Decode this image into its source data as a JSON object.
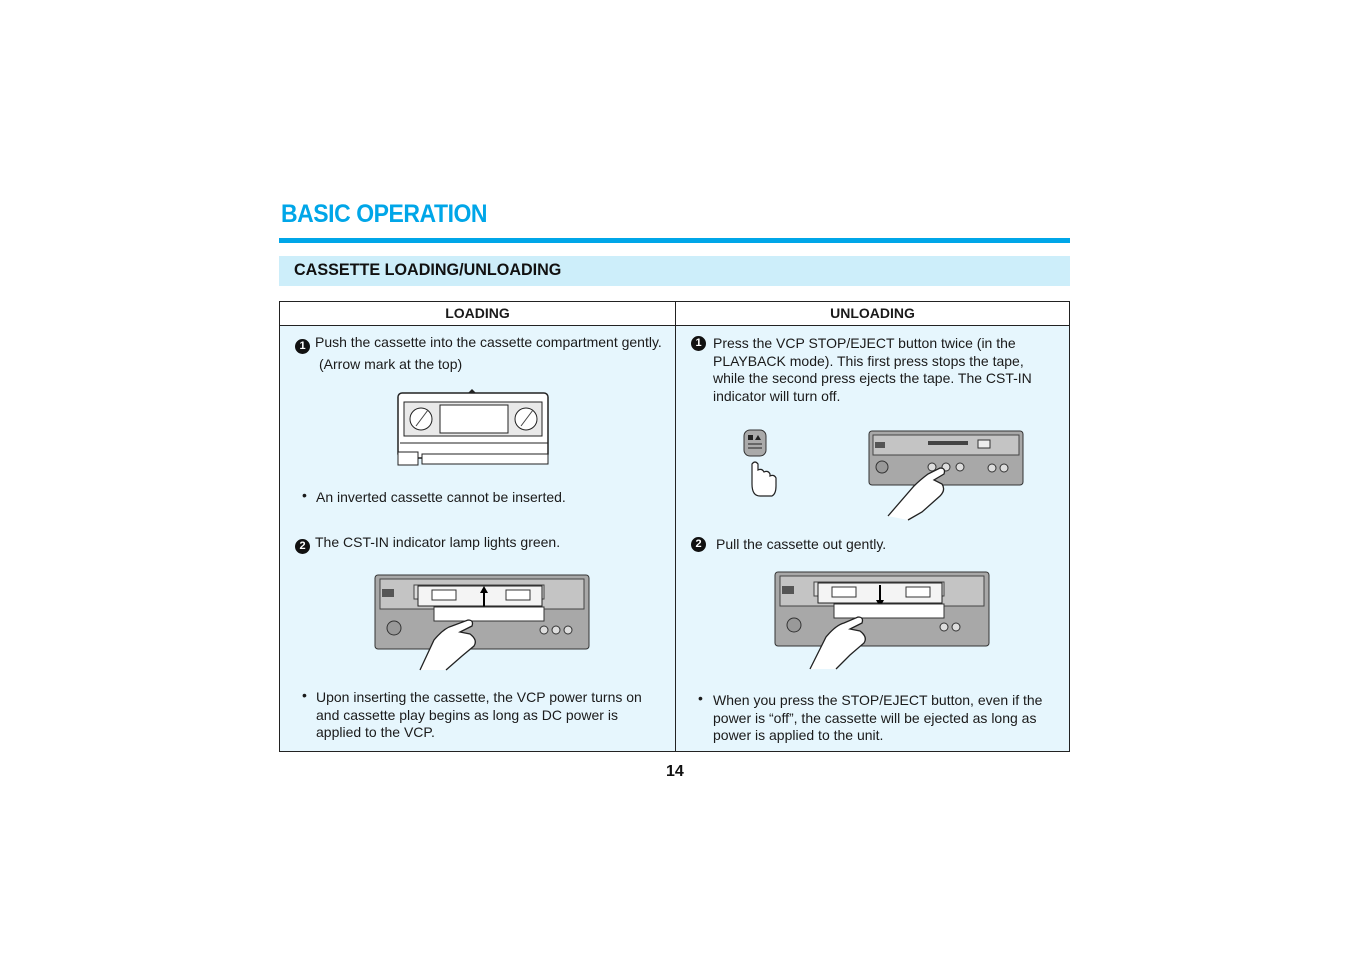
{
  "header": {
    "title": "BASIC OPERATION",
    "section": "CASSETTE LOADING/UNLOADING"
  },
  "columns": {
    "loading": "LOADING",
    "unloading": "UNLOADING"
  },
  "loading": {
    "step1_num": "1",
    "step1_text": "Push the cassette into the cassette compartment gently.",
    "step1_note": "(Arrow mark at the top)",
    "bullet1": "An inverted cassette cannot be inserted.",
    "step2_num": "2",
    "step2_text": "The CST-IN indicator lamp lights green.",
    "bullet2": "Upon inserting the cassette, the VCP power turns on and cassette play begins as long as DC power is applied to the VCP."
  },
  "unloading": {
    "step1_num": "1",
    "step1_text": "Press the VCP STOP/EJECT button twice (in the PLAYBACK mode). This first press stops the tape, while the second press ejects the tape. The CST-IN indicator will turn off.",
    "step2_num": "2",
    "step2_text": "Pull the cassette out gently.",
    "bullet1": "When you press the STOP/EJECT button, even if the power is “off”, the cassette will be ejected as long as power is applied to the unit."
  },
  "page_number": "14",
  "colors": {
    "accent": "#00a6e8",
    "section_bg": "#cdeefa",
    "table_bg": "#e6f6fd"
  }
}
